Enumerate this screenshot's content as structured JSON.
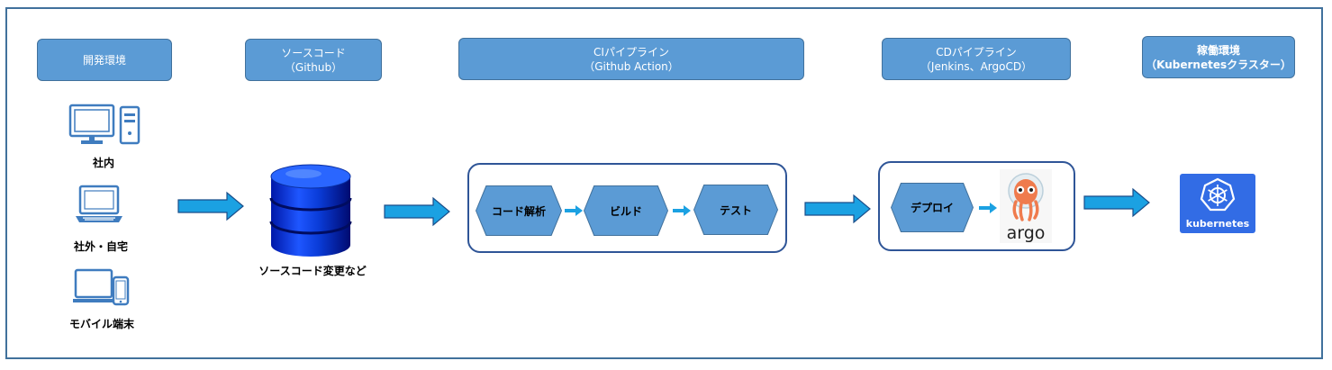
{
  "headers": {
    "dev": {
      "line1": "開発環境",
      "line2": ""
    },
    "source": {
      "line1": "ソースコード",
      "line2": "（Github）"
    },
    "ci": {
      "line1": "CIパイプライン",
      "line2": "（Github Action）"
    },
    "cd": {
      "line1": "CDパイプライン",
      "line2": "（Jenkins、ArgoCD）"
    },
    "prod": {
      "line1": "稼働環境",
      "line2": "（Kubernetesクラスター）"
    }
  },
  "devices": {
    "office": "社内",
    "remote": "社外・自宅",
    "mobile": "モバイル端末"
  },
  "source_label": "ソースコード変更など",
  "ci_steps": [
    "コード解析",
    "ビルド",
    "テスト"
  ],
  "cd_steps": [
    "デプロイ"
  ],
  "argo_logo_text": "argo",
  "kubernetes_logo_text": "kubernetes",
  "colors": {
    "header_fill": "#5B9BD5",
    "header_border": "#41719C",
    "arrow": "#1BA1E2",
    "group_border": "#2F5597",
    "database": "#0A3CD8",
    "kubernetes": "#326CE5",
    "argo": "#EF7B4D"
  }
}
